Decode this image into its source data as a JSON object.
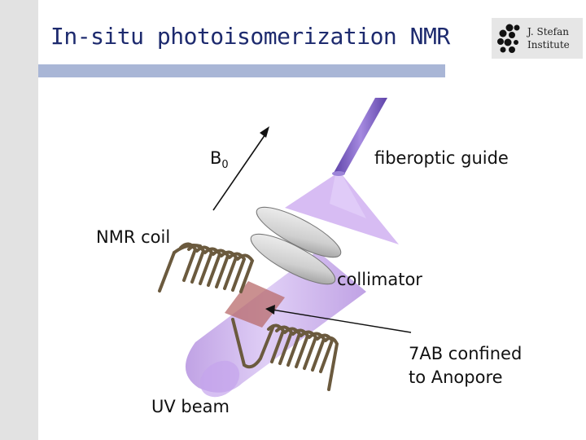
{
  "slide": {
    "title": "In-situ photoisomerization NMR",
    "logo": {
      "line1": "J. Stefan",
      "line2": "Institute",
      "mark": "dot-cluster-logo"
    }
  },
  "labels": {
    "b0_base": "B",
    "b0_sub": "0",
    "fiber": "fiberoptic guide",
    "coil": "NMR coil",
    "collimator": "collimator",
    "sample": "7AB confined\nto Anopore",
    "beam": "UV beam"
  },
  "colors": {
    "title": "#1d2a6e",
    "rule": "#a9b6d6",
    "beam": "#c8a8ec",
    "fiber": "#7a5fc0",
    "coil": "#6b5a3e",
    "sample": "#c08080"
  }
}
